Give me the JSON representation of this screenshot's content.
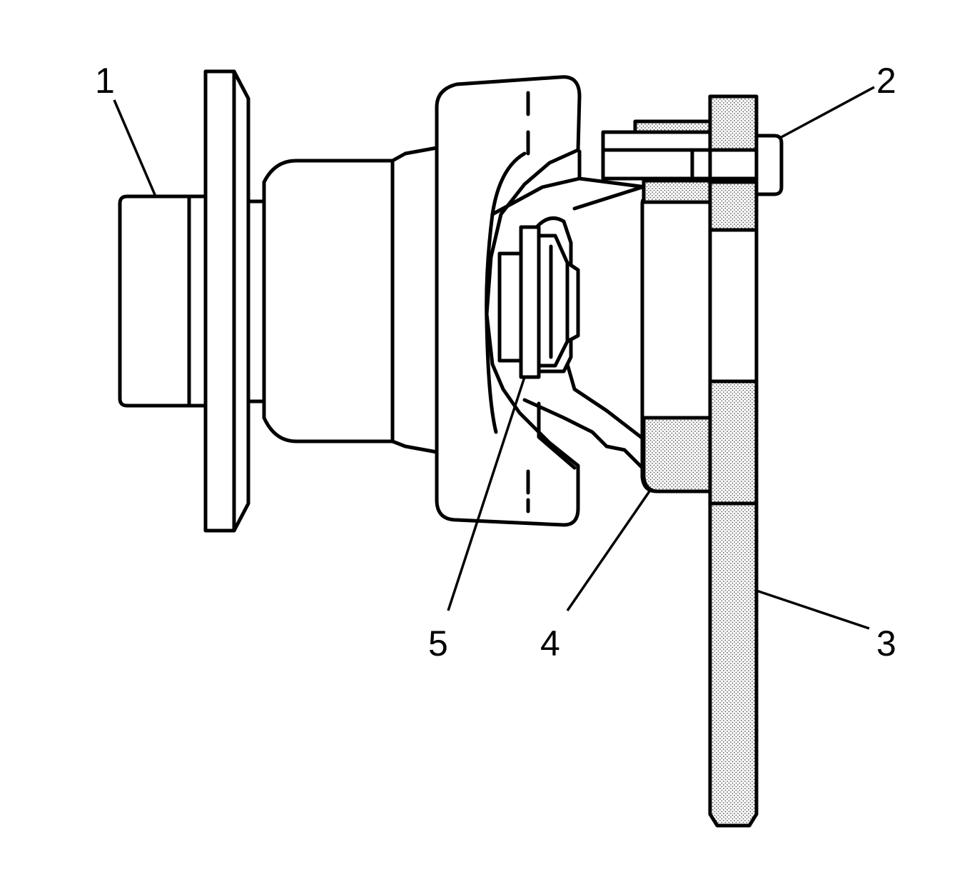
{
  "callouts": [
    {
      "id": "1",
      "label": "1"
    },
    {
      "id": "2",
      "label": "2"
    },
    {
      "id": "3",
      "label": "3"
    },
    {
      "id": "4",
      "label": "4"
    },
    {
      "id": "5",
      "label": "5"
    }
  ],
  "colors": {
    "line": "#000000",
    "background": "#ffffff",
    "shading": "#cfcfcf"
  }
}
